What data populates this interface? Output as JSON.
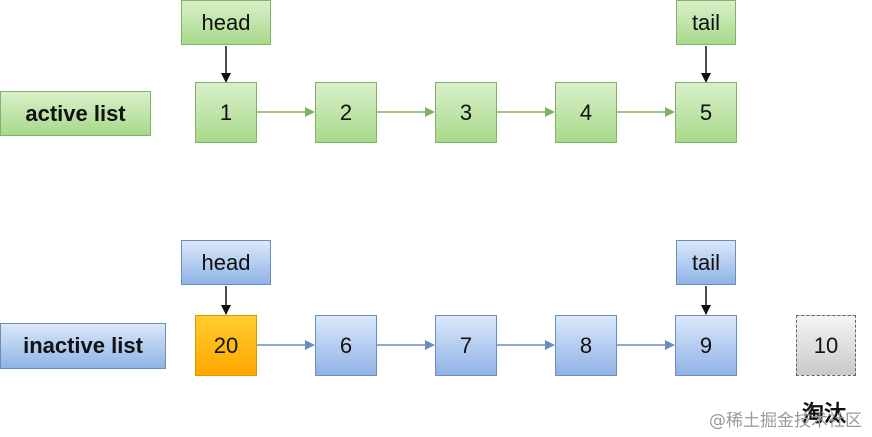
{
  "active": {
    "list_label": "active list",
    "head_label": "head",
    "tail_label": "tail",
    "nodes": [
      "1",
      "2",
      "3",
      "4",
      "5"
    ]
  },
  "inactive": {
    "list_label": "inactive list",
    "head_label": "head",
    "tail_label": "tail",
    "nodes": [
      "20",
      "6",
      "7",
      "8",
      "9"
    ]
  },
  "evicted": {
    "node": "10",
    "caption": "淘汰"
  },
  "watermark": "@稀土掘金技术社区",
  "colors": {
    "active_fill_top": "#d9f0c9",
    "active_fill_bottom": "#a7d98a",
    "active_border": "#82b366",
    "inactive_fill_top": "#dbe8fb",
    "inactive_fill_bottom": "#8fb3e6",
    "inactive_border": "#6c8ebf",
    "head_node_fill": "#ffb000",
    "evicted_fill": "#e0e0e0"
  }
}
